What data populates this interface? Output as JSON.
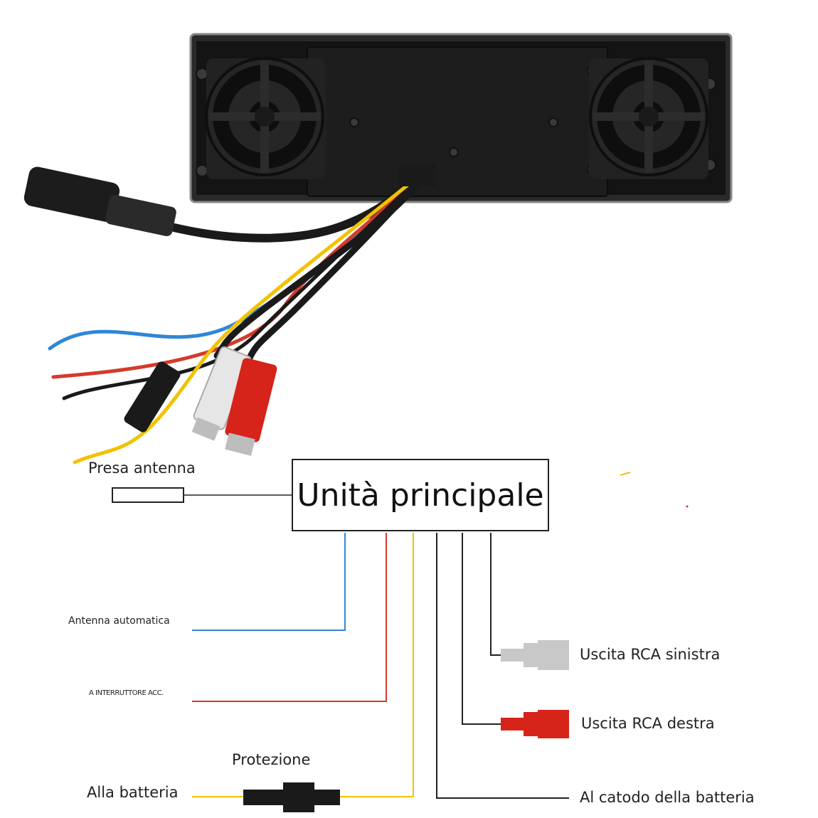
{
  "diagram": {
    "title_box": "Unità principale",
    "labels": {
      "antenna_socket": "Presa antenna",
      "auto_antenna": "Antenna automatica",
      "acc_switch": "A INTERRUTTORE ACC.",
      "fuse": "Protezione",
      "battery": "Alla batteria",
      "rca_left": "Uscita RCA sinistra",
      "rca_right": "Uscita RCA destra",
      "battery_cathode": "Al catodo della batteria"
    },
    "colors": {
      "blue_wire": "#2f86d6",
      "red_wire": "#d43a2a",
      "yellow_wire": "#f2c200",
      "black_wire": "#1a1a1a",
      "rca_white": "#d0d0d0",
      "rca_red": "#d6241a",
      "unit_body": "#1c1c1c"
    }
  }
}
